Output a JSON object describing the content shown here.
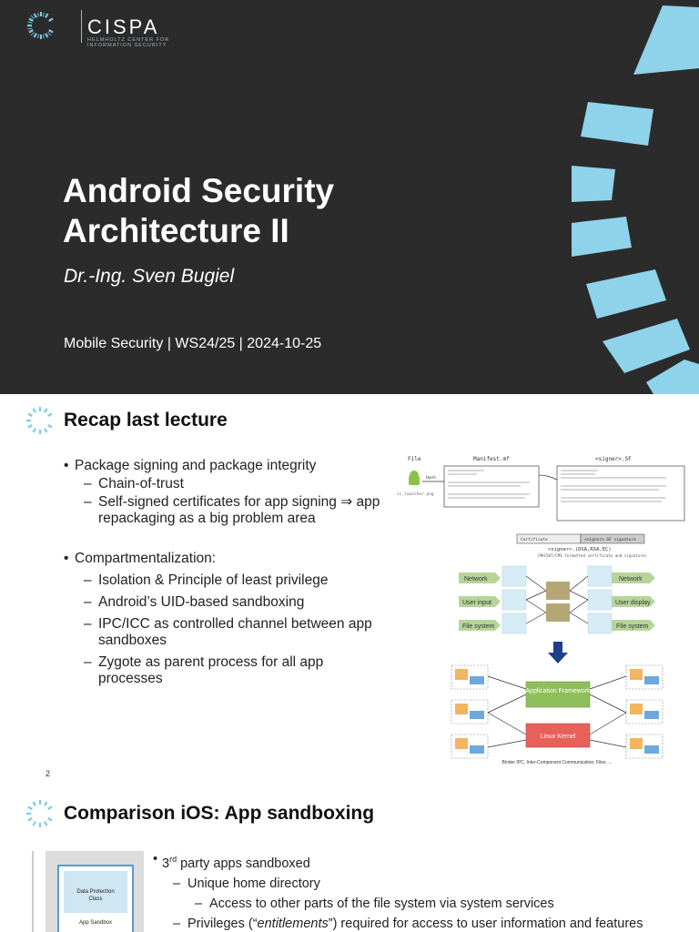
{
  "slide1": {
    "logo_text": "CISPA",
    "logo_subtitle": "HELMHOLTZ CENTER FOR INFORMATION SECURITY",
    "title_line1": "Android Security",
    "title_line2": "Architecture II",
    "author": "Dr.-Ing. Sven Bugiel",
    "meta": "Mobile Security | WS24/25 | 2024-10-25"
  },
  "slide2": {
    "title": "Recap last lecture",
    "bullet1": "Package signing and package integrity",
    "bullet1_sub1": "Chain-of-trust",
    "bullet1_sub2": "Self-signed certificates for app signing ⇒ app repackaging as a big problem area",
    "bullet2": "Compartmentalization:",
    "bullet2_sub1": "Isolation & Principle of least privilege",
    "bullet2_sub2": "Android’s UID-based sandboxing",
    "bullet2_sub3": "IPC/ICC as controlled channel between app sandboxes",
    "bullet2_sub4": "Zygote as parent process for all app processes",
    "page_number": "2",
    "figure_signing": {
      "col_file": "File",
      "col_manifest": "Manifest.mf",
      "col_sf": "<signer>.SF",
      "hash_label": "Hash",
      "file_label": "ic_launcher.png",
      "certificate": "Certificate",
      "signature": "<signer>.SF signature",
      "rsa_caption": "<signer>.(DSA,RSA,EC)",
      "pkcs_caption": "(PKCS#7/CMS formatted certificate and signature)"
    },
    "figure_sandbox": {
      "left_labels": [
        "Network",
        "User input",
        "File system"
      ],
      "right_labels": [
        "Network",
        "User display",
        "File system"
      ]
    },
    "figure_stack": {
      "framework": "Application Framework",
      "kernel": "Linux Kernel",
      "caption": "Binder IPC, Inter-Component Communication, Files, ..."
    },
    "colors": {
      "arrow_green": "#b7d59a",
      "sandbox_blue": "#d7ecf5",
      "process_olive": "#b4a775",
      "framework_green": "#8fbf5a",
      "kernel_red": "#e8605a",
      "down_arrow": "#1f3f8a"
    }
  },
  "slide3": {
    "title": "Comparison iOS: App sandboxing",
    "figure_label1": "Data Protection Class",
    "figure_label2": "App Sandbox",
    "bullet1_sup": "rd",
    "bullet1_pre": "3",
    "bullet1_post": " party apps sandboxed",
    "sub1": "Unique home directory",
    "sub1_sub1": "Access to other parts of the file system via system services",
    "sub2_pre": "Privileges (“",
    "sub2_em": "entitlements",
    "sub2_post": "”) required for access to user information and features"
  },
  "colors": {
    "title_bg": "#2b2b2b",
    "accent_blue": "#8fd3ea",
    "white": "#ffffff"
  }
}
